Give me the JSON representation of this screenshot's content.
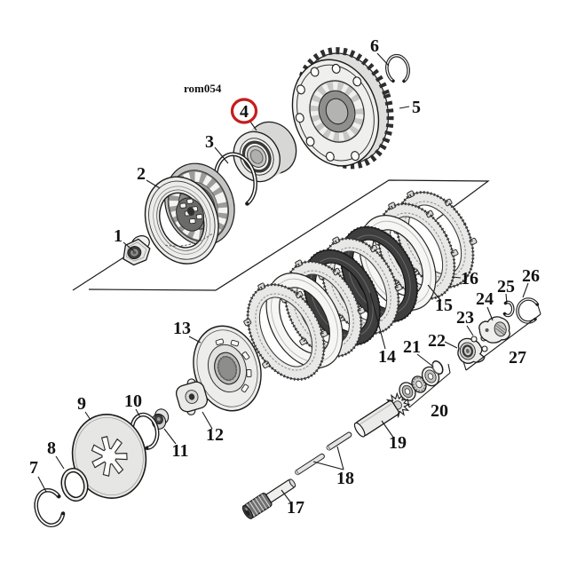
{
  "diagram": {
    "code": "rom054",
    "highlight_color": "#c41e1e",
    "highlighted_part": "4",
    "labels": [
      "1",
      "2",
      "3",
      "4",
      "5",
      "6",
      "7",
      "8",
      "9",
      "10",
      "11",
      "12",
      "13",
      "14",
      "15",
      "16",
      "17",
      "18",
      "19",
      "20",
      "21",
      "22",
      "23",
      "24",
      "25",
      "26",
      "27"
    ]
  }
}
